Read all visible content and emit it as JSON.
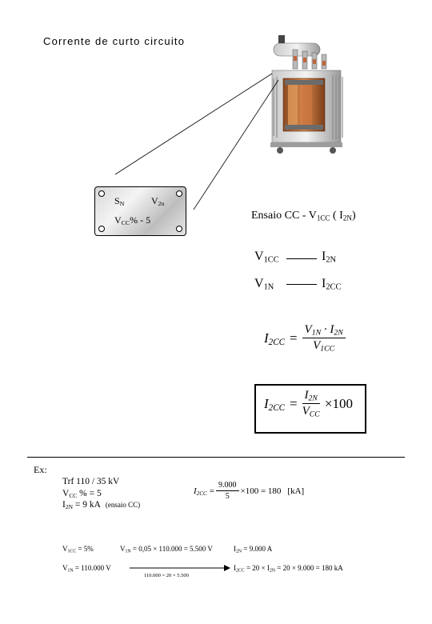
{
  "title": "Corrente de curto circuito",
  "plate": {
    "sn": "S",
    "sn_sub": "N",
    "v2n": "V",
    "v2n_sub": "2n",
    "vcc": "V",
    "vcc_sub": "CC",
    "vcc_rest": "% - 5"
  },
  "test_label": {
    "prefix": "Ensaio CC  -  V",
    "sub1": "1CC",
    "mid": "  ( I",
    "sub2": "2N",
    "suffix": ")"
  },
  "relations": [
    {
      "left": "V",
      "left_sub": "1CC",
      "right": "I",
      "right_sub": "2N"
    },
    {
      "left": "V",
      "left_sub": "1N",
      "right": "I",
      "right_sub": "2CC"
    }
  ],
  "formula1": {
    "lhs": "I",
    "lhs_sub": "2CC",
    "eq": "=",
    "num": "V",
    "num_sub1": "1N",
    "dot": " · I",
    "num_sub2": "2N",
    "den": "V",
    "den_sub": "1CC"
  },
  "formula2": {
    "lhs": "I",
    "lhs_sub": "2CC",
    "eq": "=",
    "num": "I",
    "num_sub": "2N",
    "den": "V",
    "den_sub": "CC",
    "times": "×100"
  },
  "example": {
    "label": "Ex:",
    "line1": "Trf  110 / 35 kV",
    "line2_a": "V",
    "line2_sub": "CC",
    "line2_b": " % = 5",
    "line3_a": "I",
    "line3_sub": "2N",
    "line3_b": " = 9 kA",
    "line3_note": "(ensaio CC)",
    "calc_lhs": "I",
    "calc_lhs_sub": "2CC",
    "calc_eq": "=",
    "calc_num": "9.000",
    "calc_den": "5",
    "calc_rest": "×100 = 180",
    "calc_unit": "[kA]"
  },
  "bottom": {
    "a1": "V",
    "a1_sub": "1CC",
    "a1_rest": " = 5%",
    "b1": "V",
    "b1_sub": "1N",
    "b1_rest": " = 0,05 × 110.000 = 5.500 V",
    "c1": "I",
    "c1_sub": "2N",
    "c1_rest": " = 9.000 A",
    "a2": "V",
    "a2_sub": "1N",
    "a2_rest": " = 110.000 V",
    "arrow_label": "110.000 = 20 × 5.500",
    "c2": "I",
    "c2_sub": "2CC",
    "c2_mid": " = 20 × I",
    "c2_sub2": "2N",
    "c2_rest": " = 20 × 9.000 = 180 kA"
  }
}
